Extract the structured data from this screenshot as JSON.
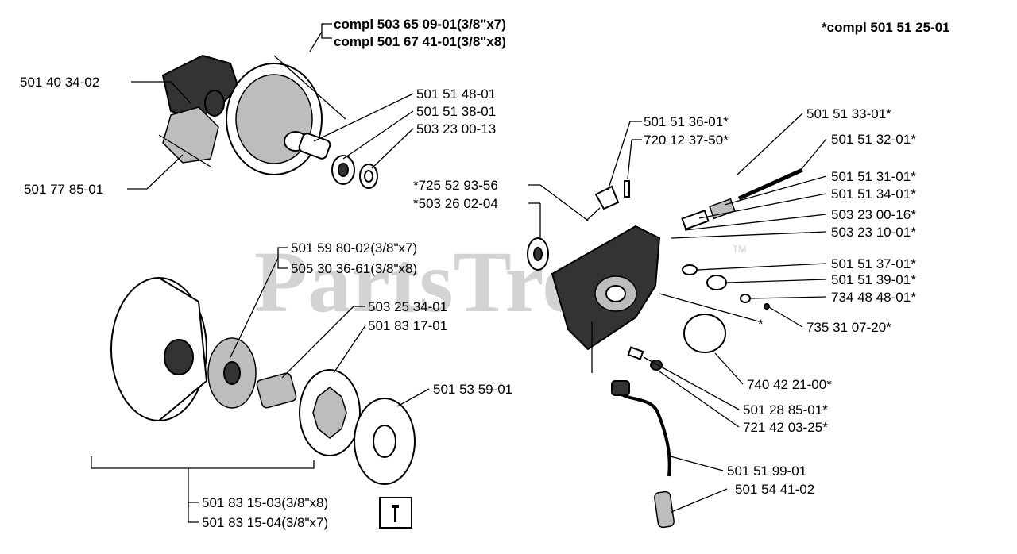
{
  "watermark": {
    "text": "PartsTree",
    "tm": "TM"
  },
  "kit_note": "*compl 501 51 25-01",
  "labels": {
    "clutch_compl_a": "compl 503 65 09-01(3/8\"x7)",
    "clutch_compl_b": "compl 501 67 41-01(3/8\"x8)",
    "p501403402": "501 40 34-02",
    "p501778501": "501 77 85-01",
    "p501514801": "501 51 48-01",
    "p501513801": "501 51 38-01",
    "p503230013": "503 23 00-13",
    "p501513601": "501 51 36-01*",
    "p720123750": "720 12 37-50*",
    "p501513301": "501 51 33-01*",
    "p501513201": "501 51 32-01*",
    "p501513101": "501 51 31-01*",
    "p501513401": "501 51 34-01*",
    "p503230016": "503 23 00-16*",
    "p503231001": "503 23 10-01*",
    "p725529356": "*725 52 93-56",
    "p503260204": "*503 26 02-04",
    "p501598002": "501 59 80-02(3/8\"x7)",
    "p505303661": "505 30 36-61(3/8\"x8)",
    "p501513701": "501 51 37-01*",
    "p501513901": "501 51 39-01*",
    "p734484801": "734 48 48-01*",
    "p735310720": "735 31 07-20*",
    "p503253401": "503 25 34-01",
    "p501831701": "501 83 17-01",
    "p501535901": "501 53 59-01",
    "p740422100": "740 42 21-00*",
    "p501288501": "501 28 85-01*",
    "p721420325": "721 42 03-25*",
    "p501519901": "501 51 99-01",
    "p501544102": "501 54 41-02",
    "p501831503": "501 83 15-03(3/8\"x8)",
    "p501831504": "501 83 15-04(3/8\"x7)",
    "asterisk": "*"
  },
  "icons": {
    "tool_box": "wrench-icon"
  }
}
